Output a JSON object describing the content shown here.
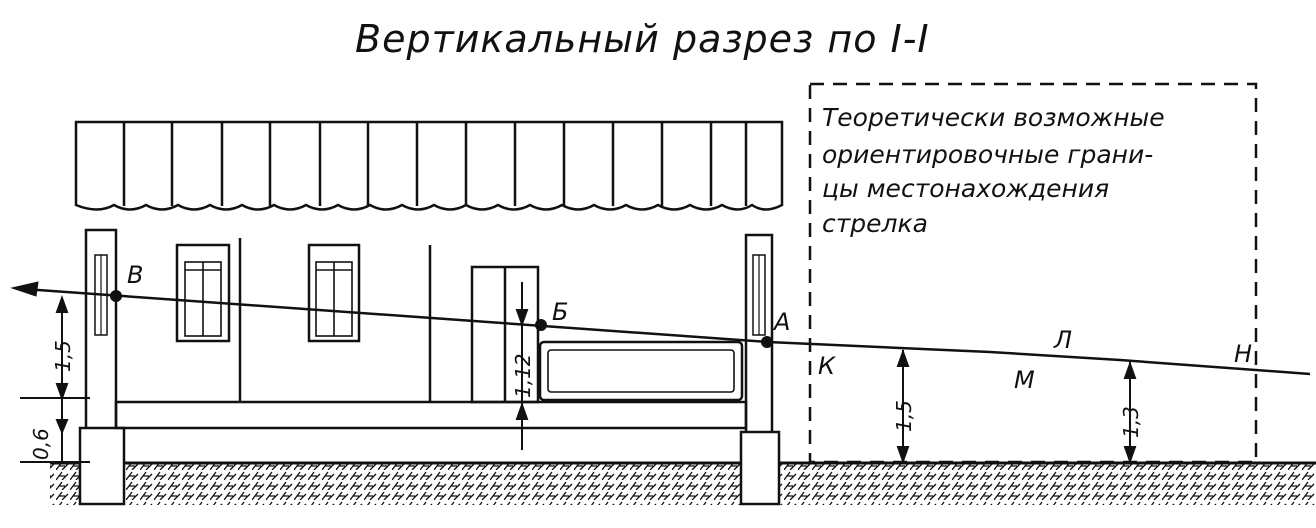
{
  "title": "Вертикальный разрез по I-I",
  "note": {
    "lines": [
      "Теоретически возможные",
      "ориентировочные грани-",
      "цы местонахождения",
      "стрелка"
    ]
  },
  "points": {
    "V": "В",
    "B": "Б",
    "A": "А",
    "K": "К",
    "M": "М",
    "L": "Л",
    "N": "Н"
  },
  "dimensions": {
    "left_upper": "1,5",
    "left_lower": "0,6",
    "window": "1,12",
    "ground_K": "1,5",
    "ground_M": "1,3"
  },
  "colors": {
    "ink": "#111111",
    "paper": "#ffffff"
  }
}
